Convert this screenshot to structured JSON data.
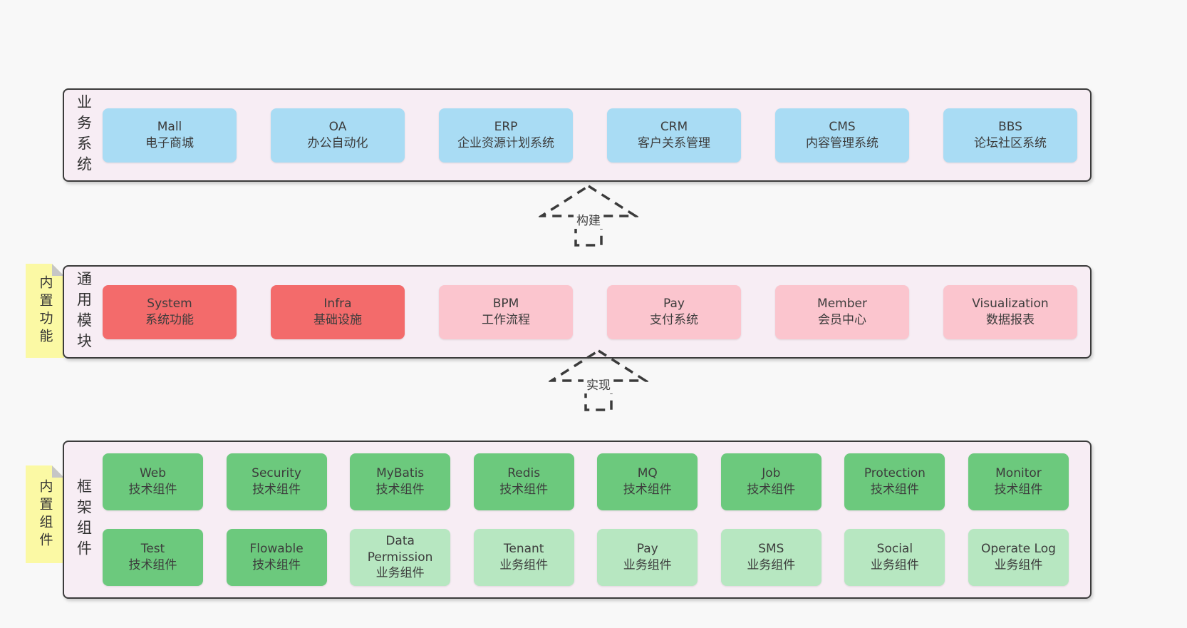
{
  "colors": {
    "page_bg": "#f8f8f8",
    "band_bg": "#f7edf4",
    "band_border": "#3b3b3b",
    "blue_box": "#a9dcf4",
    "red_box": "#f36b6b",
    "pink_box": "#fbc5ce",
    "green_box": "#6cc97d",
    "light_green_box": "#b7e7c1",
    "note_yellow": "#fbf9a4",
    "text": "#3c3c3c"
  },
  "arrows": [
    {
      "label": "构建"
    },
    {
      "label": "实现"
    }
  ],
  "bands": {
    "business": {
      "label": "业务系统",
      "boxes": [
        {
          "name": "Mall",
          "desc": "电子商城"
        },
        {
          "name": "OA",
          "desc": "办公自动化"
        },
        {
          "name": "ERP",
          "desc": "企业资源计划系统"
        },
        {
          "name": "CRM",
          "desc": "客户关系管理"
        },
        {
          "name": "CMS",
          "desc": "内容管理系统"
        },
        {
          "name": "BBS",
          "desc": "论坛社区系统"
        }
      ]
    },
    "common": {
      "label": "通用模块",
      "note": "内置功能",
      "boxes": [
        {
          "name": "System",
          "desc": "系统功能"
        },
        {
          "name": "Infra",
          "desc": "基础设施"
        },
        {
          "name": "BPM",
          "desc": "工作流程"
        },
        {
          "name": "Pay",
          "desc": "支付系统"
        },
        {
          "name": "Member",
          "desc": "会员中心"
        },
        {
          "name": "Visualization",
          "desc": "数据报表"
        }
      ]
    },
    "framework": {
      "label": "框架组件",
      "note": "内置组件",
      "row1": [
        {
          "name": "Web",
          "desc": "技术组件"
        },
        {
          "name": "Security",
          "desc": "技术组件"
        },
        {
          "name": "MyBatis",
          "desc": "技术组件"
        },
        {
          "name": "Redis",
          "desc": "技术组件"
        },
        {
          "name": "MQ",
          "desc": "技术组件"
        },
        {
          "name": "Job",
          "desc": "技术组件"
        },
        {
          "name": "Protection",
          "desc": "技术组件"
        },
        {
          "name": "Monitor",
          "desc": "技术组件"
        }
      ],
      "row2": [
        {
          "name": "Test",
          "desc": "技术组件"
        },
        {
          "name": "Flowable",
          "desc": "技术组件"
        },
        {
          "name": "Data Permission",
          "desc": "业务组件"
        },
        {
          "name": "Tenant",
          "desc": "业务组件"
        },
        {
          "name": "Pay",
          "desc": "业务组件"
        },
        {
          "name": "SMS",
          "desc": "业务组件"
        },
        {
          "name": "Social",
          "desc": "业务组件"
        },
        {
          "name": "Operate Log",
          "desc": "业务组件"
        }
      ]
    }
  }
}
